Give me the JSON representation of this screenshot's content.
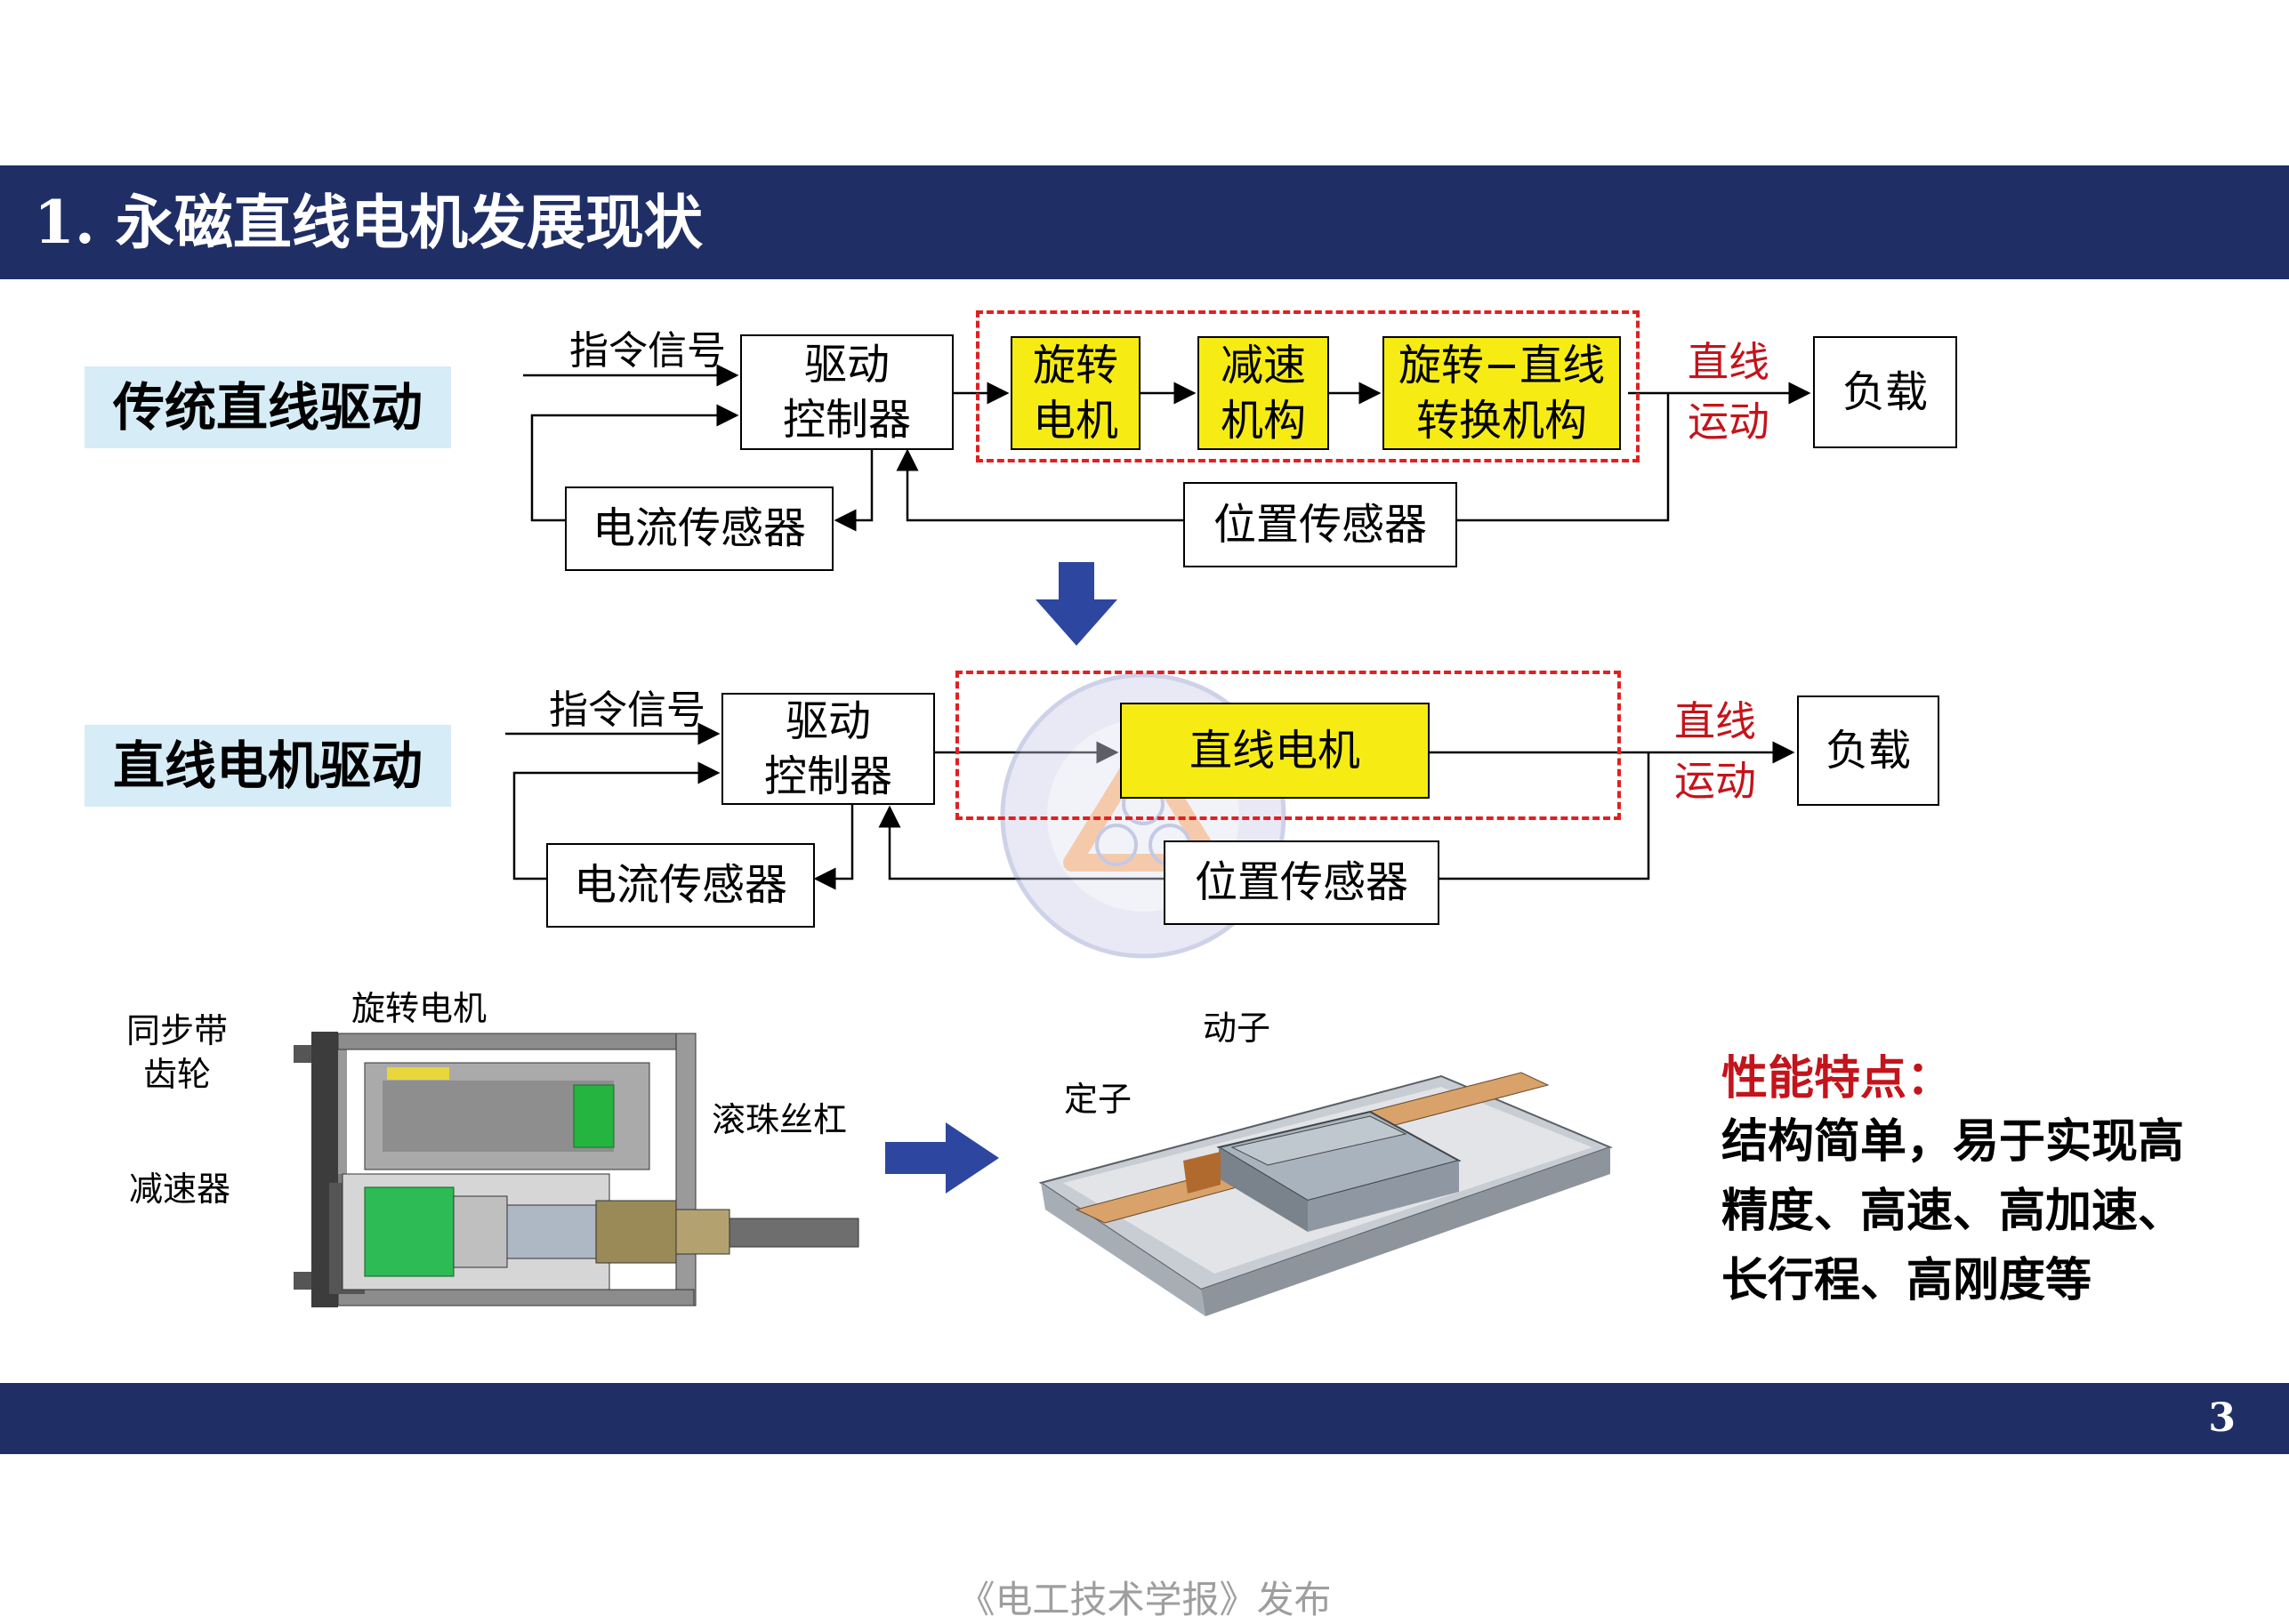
{
  "header": {
    "title": "1. 永磁直线电机发展现状"
  },
  "diagram_top": {
    "label": "传统直线驱动",
    "command_signal": "指令信号",
    "controller": "驱动\n控制器",
    "blocks": [
      "旋转\n电机",
      "减速\n机构",
      "旋转−直线\n转换机构"
    ],
    "motion": "直线\n运动",
    "load": "负载",
    "current_sensor": "电流传感器",
    "position_sensor": "位置传感器"
  },
  "diagram_bottom": {
    "label": "直线电机驱动",
    "command_signal": "指令信号",
    "controller": "驱动\n控制器",
    "motor": "直线电机",
    "motion": "直线\n运动",
    "load": "负载",
    "current_sensor": "电流传感器",
    "position_sensor": "位置传感器"
  },
  "illustration_left": {
    "callouts": [
      "同步带\n齿轮",
      "旋转电机",
      "减速器",
      "滚珠丝杠"
    ]
  },
  "illustration_right": {
    "callouts": [
      "动子",
      "定子"
    ]
  },
  "features": {
    "title": "性能特点：",
    "body": "结构简单，易于实现高精度、高速、高加速、长行程、高刚度等"
  },
  "footer": {
    "page": "3",
    "publisher": "《电工技术学报》发布"
  },
  "colors": {
    "navy": "#1f2f66",
    "red": "#c4141b",
    "yellow": "#f6ec13",
    "label_bg": "#d6ecf6"
  },
  "icons": [
    "down-arrow-icon",
    "right-arrow-icon",
    "watermark-seal-icon"
  ]
}
